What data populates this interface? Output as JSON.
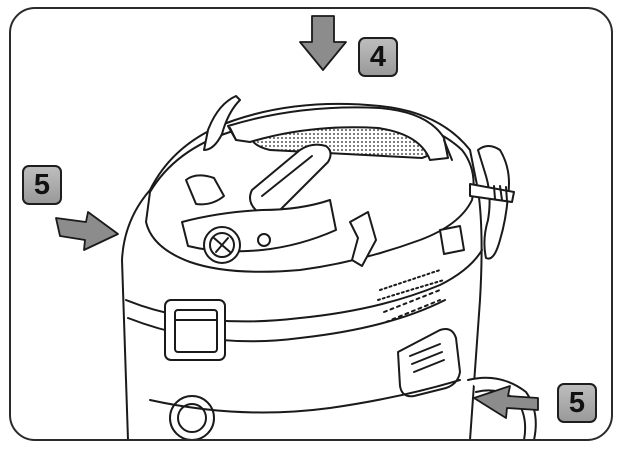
{
  "callouts": {
    "top": "4",
    "left": "5",
    "right": "5"
  },
  "colors": {
    "line": "#1a1a1a",
    "arrow_fill": "#8c8c8c",
    "callout_fill": "#a8a8a8",
    "background": "#ffffff"
  },
  "icons": [
    "down-arrow-icon",
    "right-arrow-icon",
    "left-arrow-icon"
  ]
}
